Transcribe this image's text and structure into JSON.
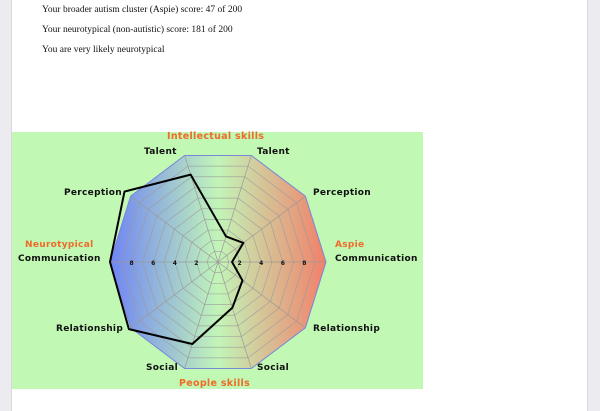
{
  "results": {
    "aspie_score_line": "Your broader autism cluster (Aspie) score: 47 of 200",
    "nt_score_line": "Your neurotypical (non-autistic) score: 181 of 200",
    "verdict_line": "You are very likely neurotypical"
  },
  "chart": {
    "top_title": "Intellectual skills",
    "bottom_title": "People skills",
    "left_title": "Neurotypical",
    "right_title": "Aspie",
    "axis_labels": {
      "talent_left": "Talent",
      "talent_right": "Talent",
      "perception_left": "Perception",
      "perception_right": "Perception",
      "communication_left": "Communication",
      "communication_right": "Communication",
      "relationship_left": "Relationship",
      "relationship_right": "Relationship",
      "social_left": "Social",
      "social_right": "Social"
    },
    "scale_ticks": [
      "8",
      "6",
      "4",
      "2",
      "2",
      "4",
      "6",
      "8"
    ]
  },
  "chart_data": {
    "type": "radar",
    "title": "Intellectual skills / People skills",
    "left_group": "Neurotypical",
    "right_group": "Aspie",
    "axes": [
      "Talent (Aspie)",
      "Perception (Aspie)",
      "Communication (Aspie)",
      "Relationship (Aspie)",
      "Social (Aspie)",
      "Social (Neurotypical)",
      "Relationship (Neurotypical)",
      "Communication (Neurotypical)",
      "Perception (Neurotypical)",
      "Talent (Neurotypical)"
    ],
    "values": [
      2.4,
      2.9,
      1.3,
      2.8,
      4.3,
      7.7,
      10.2,
      10.0,
      10.7,
      8.2
    ],
    "range": [
      0,
      10
    ],
    "ticks": [
      2,
      4,
      6,
      8
    ],
    "colors": {
      "neurotypical": "#6f86f2",
      "aspie": "#f0806a",
      "background": "#c0f8b4",
      "line": "#000000"
    }
  }
}
